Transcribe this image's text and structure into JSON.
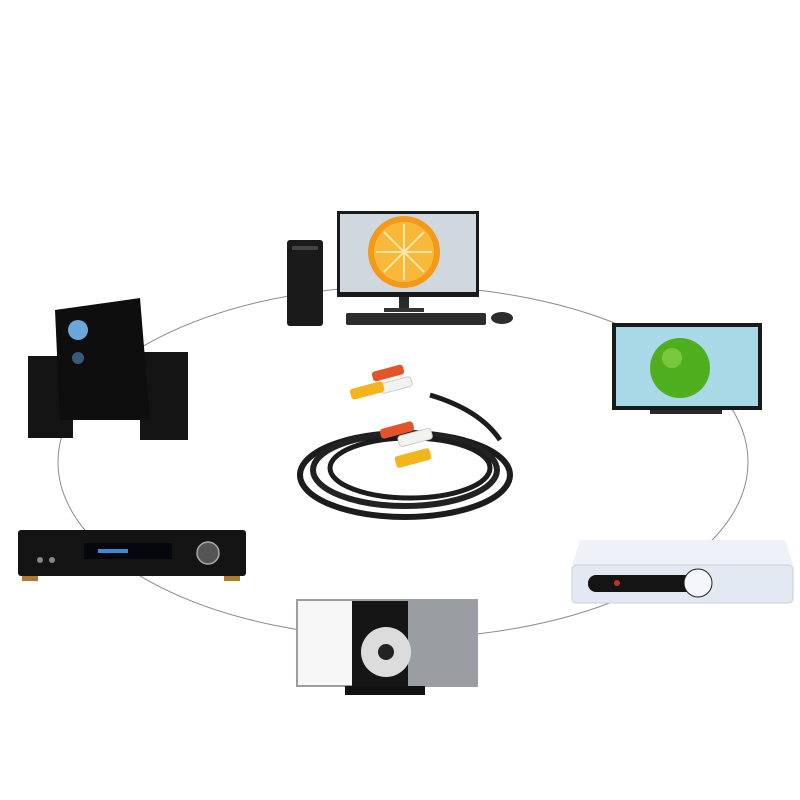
{
  "colors": {
    "background": "#ffffff",
    "ring": "#8a8a8a",
    "cable": "#1c1c1c",
    "plug_red": "#e4542a",
    "plug_white": "#f2f2ee",
    "plug_yellow": "#f3b51c",
    "device_black": "#141414",
    "orange": "#f39a1a",
    "apple_green": "#4fae1e",
    "settop_white": "#eef2f8"
  },
  "devices": [
    "desktop-computer",
    "flat-tv",
    "set-top-box",
    "cd-player",
    "av-receiver",
    "speaker-system",
    "rca-cable"
  ]
}
